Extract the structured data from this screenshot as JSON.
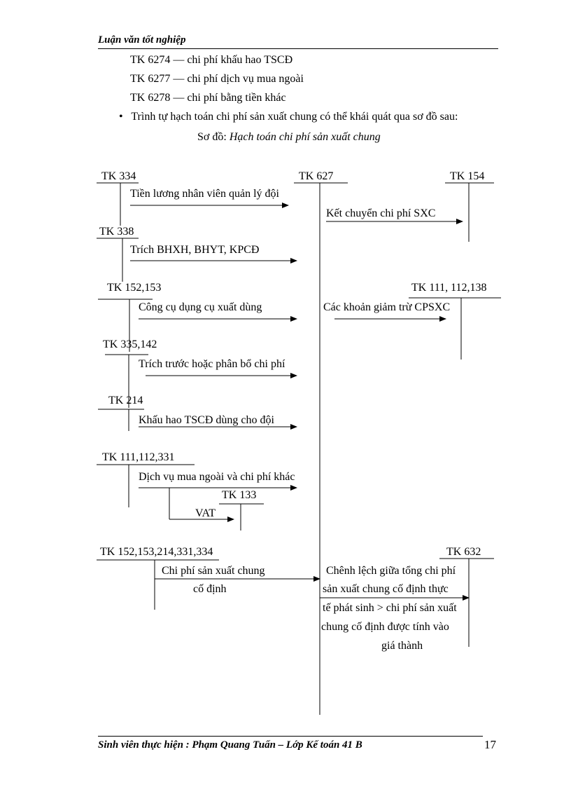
{
  "header": {
    "title": "Luận văn tốt nghiệp"
  },
  "accounts_list": [
    "TK 6274 — chi phí khấu hao TSCĐ",
    "TK 6277 — chi phí dịch vụ mua ngoài",
    "TK 6278 — chi phí bằng tiền khác"
  ],
  "bullet_text": "Trình tự hạch toán chi phí sản xuất chung có thể khái quát qua sơ đồ sau:",
  "caption": {
    "prefix": "Sơ đồ: ",
    "title": "Hạch toán chi phí sản xuất chung"
  },
  "diagram": {
    "tk334": "TK 334",
    "tk627": "TK 627",
    "tk154": "TK 154",
    "label_tien_luong": "Tiền lương nhân viên quản lý đội",
    "label_ket_chuyen": "Kết chuyển chi phí SXC",
    "tk338": "TK 338",
    "label_trich_bh": "Trích BHXH, BHYT, KPCĐ",
    "tk152_153": "TK 152,153",
    "tk111_112_138": "TK 111, 112,138",
    "label_cong_cu": "Công cụ dụng cụ xuất dùng",
    "label_giam_tru": "Các khoản giảm trừ CPSXC",
    "tk335_142": "TK 335,142",
    "label_trich_truoc": "Trích trước hoặc phân bổ chi phí",
    "tk214": "TK 214",
    "label_khau_hao": "Khấu hao TSCĐ dùng cho đội",
    "tk111_112_331": "TK 111,112,331",
    "label_dich_vu": "Dịch vụ mua ngoài và chi phí khác",
    "tk133": "TK 133",
    "label_vat": "VAT",
    "tk_multi": "TK 152,153,214,331,334",
    "tk632": "TK 632",
    "label_cpsxc_1": "Chi phí sản xuất chung",
    "label_cpsxc_2": "cố định",
    "chenh_lech": [
      "Chênh lệch giữa tổng chi phí",
      "sản xuất chung cố định thực",
      "tế phát sinh > chi phí sản xuất",
      "chung cố định được tính vào",
      "giá thành"
    ]
  },
  "footer": {
    "text": "Sinh viên thực hiện : Phạm Quang Tuấn – Lớp Kế toán 41 B",
    "page_number": "17"
  }
}
